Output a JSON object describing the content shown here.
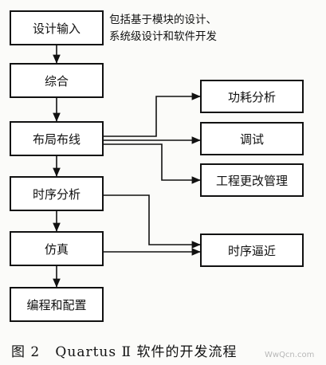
{
  "diagram": {
    "nodes": {
      "design_input": "设计输入",
      "synthesis": "综合",
      "place_route": "布局布线",
      "timing_analysis": "时序分析",
      "simulation": "仿真",
      "program_config": "编程和配置",
      "power_analysis": "功耗分析",
      "debug": "调试",
      "eco": "工程更改管理",
      "timing_closure": "时序逼近"
    },
    "note": {
      "line1": "包括基于模块的设计、",
      "line2": "系统级设计和软件开发"
    },
    "caption": "图 2   Quartus Ⅱ 软件的开发流程",
    "watermark": "WwQcn.com"
  }
}
